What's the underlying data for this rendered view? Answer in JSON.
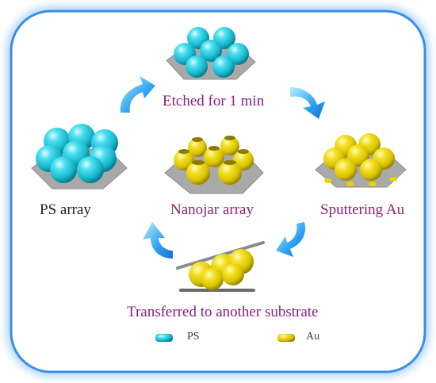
{
  "labels": {
    "ps_array": "PS array",
    "etched": "Etched for 1 min",
    "sputtering": "Sputtering Au",
    "nanojar": "Nanojar array",
    "transferred": "Transferred to another substrate"
  },
  "legend": [
    {
      "name": "PS",
      "color": "#1ec8dc"
    },
    {
      "name": "Au",
      "color": "#e8d400"
    }
  ],
  "colors": {
    "frame_border": "#3a8ee8",
    "ps_sphere": "#1ec8dc",
    "au_sphere": "#e8d400",
    "substrate": "#a9a9a9",
    "arrow": "#2aa0f0",
    "purple_text": "#8a1f7c"
  },
  "icons": {
    "arrows": "curved-arrow-icon",
    "legend_swatch": "swatch-icon"
  }
}
